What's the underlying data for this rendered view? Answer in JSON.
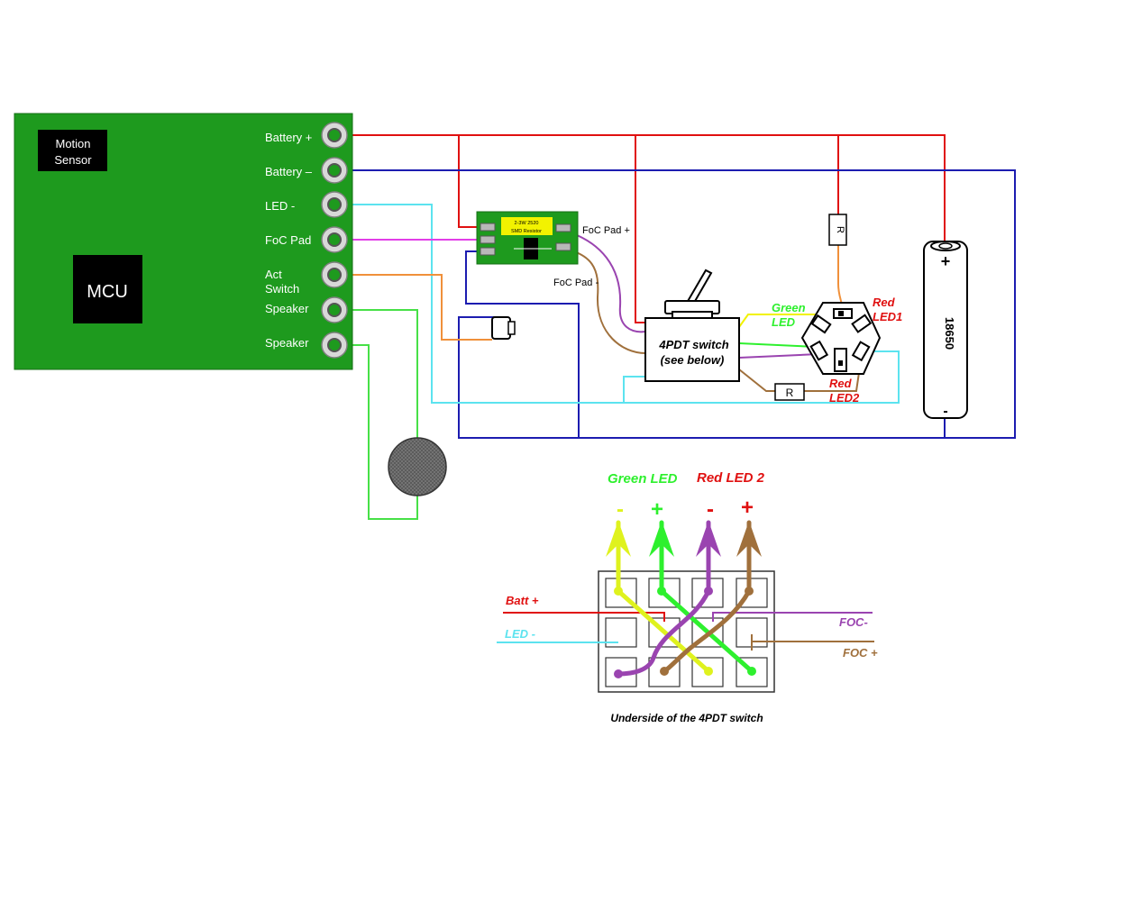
{
  "board": {
    "motion_sensor_line1": "Motion",
    "motion_sensor_line2": "Sensor",
    "mcu_label": "MCU",
    "pins": {
      "battery_plus": "Battery +",
      "battery_minus": "Battery –",
      "led_minus": "LED -",
      "foc_pad": "FoC Pad",
      "act_switch_line1": "Act",
      "act_switch_line2": "Switch",
      "speaker1": "Speaker",
      "speaker2": "Speaker"
    }
  },
  "resistor_board": {
    "line1": "2-3W 2520",
    "line2": "SMD Resistor",
    "foc_pad_plus": "FoC Pad +",
    "foc_pad_minus": "FoC Pad -"
  },
  "switch": {
    "line1": "4PDT switch",
    "line2": "(see below)"
  },
  "resistor_symbol": "R",
  "led_labels": {
    "green_line1": "Green",
    "green_line2": "LED",
    "red1_line1": "Red",
    "red1_line2": "LED1",
    "red2_line1": "Red",
    "red2_line2": "LED2"
  },
  "battery": {
    "label": "18650",
    "plus": "+",
    "minus": "-"
  },
  "underside": {
    "green_led_title": "Green LED",
    "red_led2_title": "Red LED 2",
    "minus": "-",
    "plus": "+",
    "batt_plus": "Batt +",
    "led_minus": "LED -",
    "foc_minus": "FOC-",
    "foc_plus": "FOC +",
    "caption": "Underside of the 4PDT switch"
  },
  "colors": {
    "board_green": "#1e9a1e",
    "red": "#e01010",
    "blue": "#1c1cb0",
    "cyan": "#5ce3ef",
    "magenta": "#e23ee8",
    "orange": "#f0903a",
    "light_green": "#47e047",
    "yellow": "#f2f200",
    "purple": "#9a44b0",
    "brown": "#a0703c",
    "lime": "#2ef02e",
    "yellow_green": "#dff21e"
  }
}
